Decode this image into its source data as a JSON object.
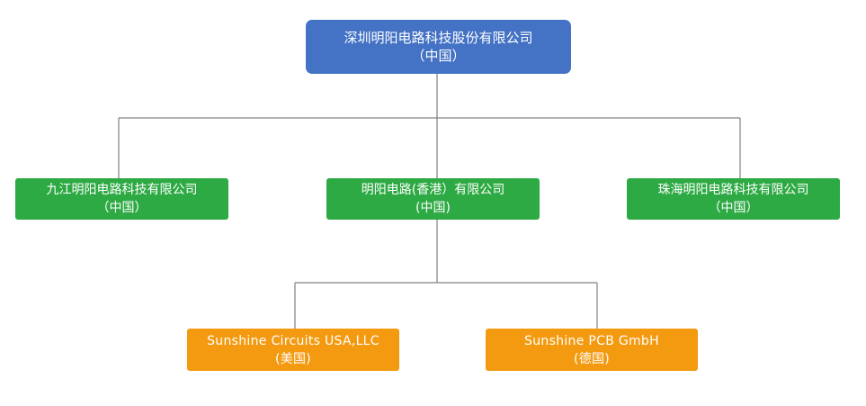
{
  "org_chart": {
    "root": {
      "name": "深圳明阳电路科技股份有限公司",
      "country": "（中国）",
      "color": "#4472c4"
    },
    "subsidiaries": [
      {
        "name": "九江明阳电路科技有限公司",
        "country": "（中国）",
        "color": "#2eaa44"
      },
      {
        "name": "明阳电路(香港）有限公司",
        "country": "(中国)",
        "color": "#2eaa44"
      },
      {
        "name": "珠海明阳电路科技有限公司",
        "country": "（中国）",
        "color": "#2eaa44"
      }
    ],
    "hk_subsidiaries": [
      {
        "name": "Sunshine Circuits USA,LLC",
        "country": "(美国)",
        "color": "#f39a11"
      },
      {
        "name": "Sunshine PCB GmbH",
        "country": "(德国)",
        "color": "#f39a11"
      }
    ],
    "connector_color": "#808080"
  }
}
